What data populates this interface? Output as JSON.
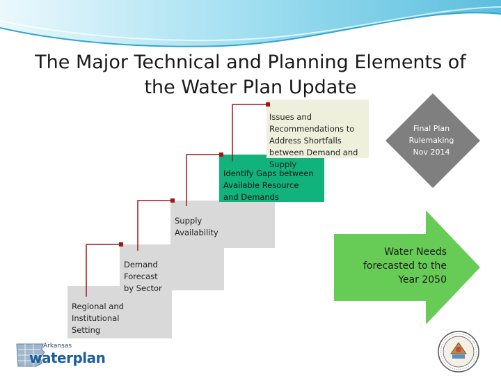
{
  "slide": {
    "title": "The Major Technical and Planning Elements of the Water Plan Update",
    "steps": [
      {
        "label": "Regional and\nInstitutional\nSetting"
      },
      {
        "label": "Demand\nForecast\nby Sector"
      },
      {
        "label": "Supply\nAvailability"
      },
      {
        "label": "Identify Gaps between\nAvailable Resource\nand Demands"
      },
      {
        "label": "Issues and\nRecommendations to\nAddress Shortfalls\nbetween Demand and\nSupply"
      }
    ],
    "final": {
      "label": "Final Plan\nRulemaking\nNov 2014"
    },
    "arrow": {
      "label": "Water Needs forecasted to the Year 2050"
    },
    "logo": {
      "top_text": "Arkansas",
      "main_text": "waterplan"
    }
  },
  "colors": {
    "wave": "#7dd3ea",
    "step_gray": "#d9d9d9",
    "step_green": "#12b27c",
    "step_pale": "#eef0dc",
    "connector": "#a31515",
    "diamond": "#7f7f7f",
    "arrow": "#66cc55"
  },
  "icons": [
    "arkansas-map-icon",
    "state-seal-icon"
  ]
}
